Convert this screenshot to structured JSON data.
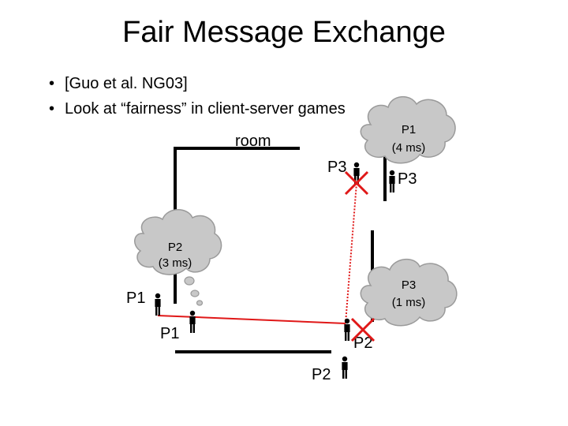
{
  "title": "Fair Message Exchange",
  "bullets": [
    "[Guo et al. NG03]",
    "Look at “fairness” in client-server games"
  ],
  "diagram": {
    "room_label": "room",
    "clouds": [
      {
        "line1": "P1",
        "line2": "(4 ms)"
      },
      {
        "line1": "P2",
        "line2": "(3 ms)"
      },
      {
        "line1": "P3",
        "line2": "(1 ms)"
      }
    ],
    "players": {
      "p3_top_left": "P3",
      "p3_top_right": "P3",
      "p1_left": "P1",
      "p1_bottom": "P1",
      "p2_right": "P2",
      "p2_bottom": "P2"
    },
    "colors": {
      "message": "#e01818",
      "cross": "#e01818",
      "cloud_fill": "#c8c8c8"
    }
  }
}
